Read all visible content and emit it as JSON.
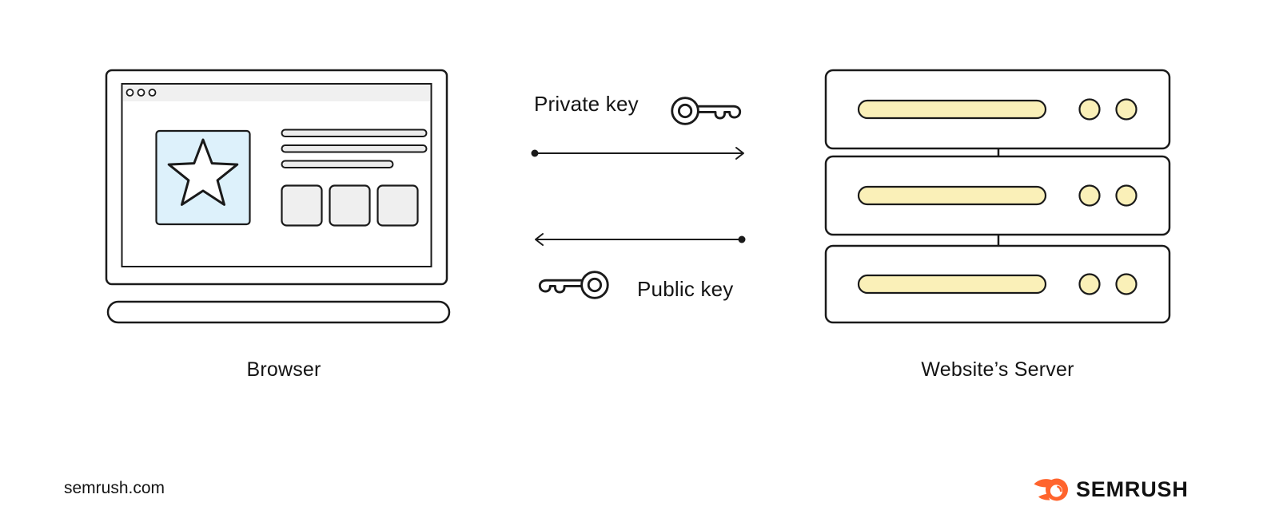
{
  "diagram": {
    "browser": {
      "label": "Browser"
    },
    "server": {
      "label": "Website’s Server",
      "units": 3
    },
    "flows": [
      {
        "label": "Private key",
        "direction": "browser-to-server",
        "icon": "key-icon"
      },
      {
        "label": "Public key",
        "direction": "server-to-browser",
        "icon": "key-icon"
      }
    ]
  },
  "footer": {
    "website": "semrush.com",
    "brand": "SEMRUSH",
    "brand_icon": "semrush-flame-icon"
  },
  "colors": {
    "outline": "#1A1A1A",
    "highlight_blue": "#DDF1FB",
    "highlight_yellow": "#FAF0B8",
    "titlebar_gray": "#F0F0F0",
    "placeholder_gray": "#ECECEC",
    "brand_orange": "#FF642D"
  }
}
